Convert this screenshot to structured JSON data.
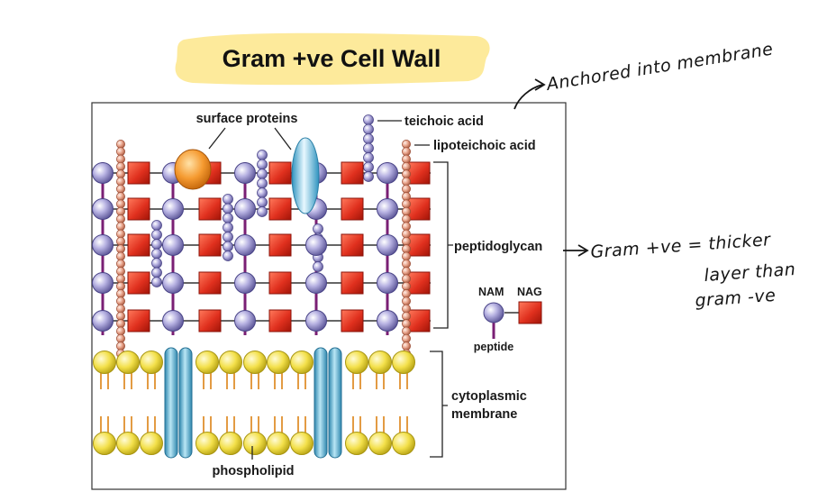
{
  "title": "Gram +ve Cell Wall",
  "labels": {
    "surface_proteins": "surface proteins",
    "teichoic_acid": "teichoic acid",
    "lipoteichoic_acid": "lipoteichoic acid",
    "peptidoglycan": "peptidoglycan",
    "nam": "NAM",
    "nag": "NAG",
    "peptide": "peptide",
    "cytoplasmic": "cytoplasmic",
    "membrane": "membrane",
    "phospholipid": "phospholipid"
  },
  "notes": {
    "anchored": "Anchored into membrane",
    "thicker_line1": "Gram +ve = thicker",
    "thicker_line2": "layer than",
    "thicker_line3": "gram -ve"
  },
  "colors": {
    "highlight": "#fde68a",
    "nam": "#9a94cf",
    "nag": "#e0301e",
    "peptide": "#7a1f74",
    "membrane_head": "#f3e04a",
    "lipid_tail": "#e0902e",
    "channel_protein": "#4aa9cc",
    "lipoteichoic_bead": "#e8a48c",
    "surface_protein_orange": "#f59a30"
  }
}
